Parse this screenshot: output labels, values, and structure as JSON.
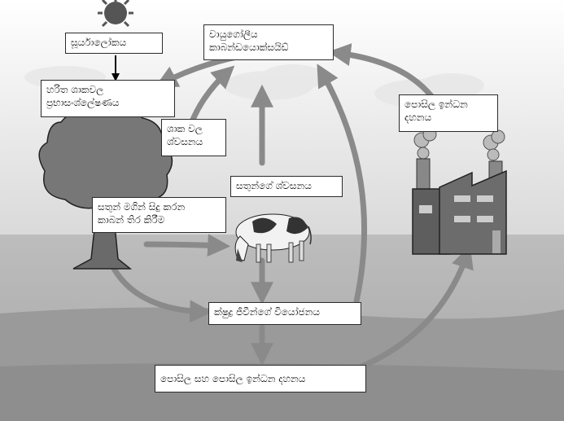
{
  "colors": {
    "sky_top": "#ffffff",
    "sky_bottom": "#dcdcdc",
    "ground": "#b4b4b4",
    "ground_dark": "#8c8c8c",
    "arrow": "#8a8a8a",
    "tree": "#6e6e6e",
    "factory": "#6a6a6a",
    "label_border": "#2b2b2b"
  },
  "labels": {
    "sunlight": "සූර්යාලෝකය",
    "atmospheric_co2": "වායුගෝලීය\nකාබන්ඩයොක්සයිඩ්",
    "photosynthesis": "හරිත ශාකවල\nප්‍රභාසංශ්ලේෂණය",
    "plant_respiration": "ශාක වල\nශ්වසනය",
    "fossil_fuel_burning_top": "පොසිල ඉන්ධන\nදහනය",
    "animal_respiration": "සතුන්ගේ ශ්වසනය",
    "animal_carbon_fixation": "සතුන් මගින් සිදු කරන\nකාබන් තිර කිරීම",
    "decomposition": "ක්ෂුද්‍ර ජීවීන්ගේ වියෝජනය",
    "fossils_and_fuel_burning": "පොසිල සහ පොසිල ඉන්ධන දහනය"
  }
}
